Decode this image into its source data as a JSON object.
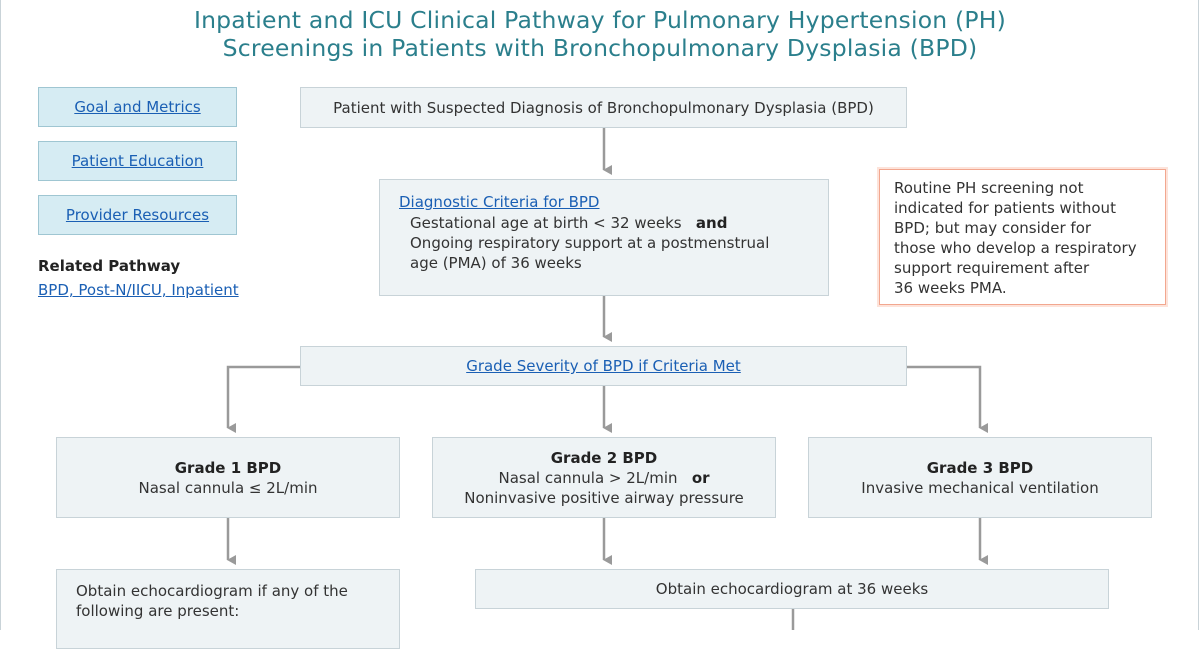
{
  "title": {
    "line1": "Inpatient and ICU Clinical Pathway for Pulmonary Hypertension (PH)",
    "line2": "Screenings in Patients with Bronchopulmonary Dysplasia (BPD)"
  },
  "sidebar": {
    "buttons": [
      {
        "label": "Goal and Metrics"
      },
      {
        "label": "Patient Education"
      },
      {
        "label": "Provider Resources"
      }
    ],
    "related_heading": "Related Pathway",
    "related_link": "BPD, Post-N/IICU, Inpatient"
  },
  "flow": {
    "start": "Patient with Suspected Diagnosis of Bronchopulmonary Dysplasia (BPD)",
    "criteria": {
      "heading": "Diagnostic Criteria for BPD",
      "line1": "Gestational age at birth < 32 weeks",
      "line1_conj": "and",
      "line2a": "Ongoing respiratory support at a postmenstrual",
      "line2b": "age (PMA) of 36 weeks"
    },
    "note": {
      "lines": [
        "Routine PH screening not",
        "indicated for patients without",
        "BPD; but may consider for",
        "those who develop a respiratory",
        "support requirement after",
        "36 weeks PMA."
      ]
    },
    "grade_severity": "Grade Severity of BPD if Criteria Met",
    "grade1": {
      "title": "Grade 1 BPD",
      "desc": "Nasal cannula ≤ 2L/min"
    },
    "grade2": {
      "title": "Grade 2 BPD",
      "desc1": "Nasal cannula > 2L/min",
      "desc1_conj": "or",
      "desc2": "Noninvasive positive airway pressure"
    },
    "grade3": {
      "title": "Grade 3 BPD",
      "desc": "Invasive mechanical ventilation"
    },
    "echo_left": {
      "line1": "Obtain echocardiogram if any of the",
      "line2": "following are present:"
    },
    "echo_right": "Obtain echocardiogram at 36 weeks"
  }
}
